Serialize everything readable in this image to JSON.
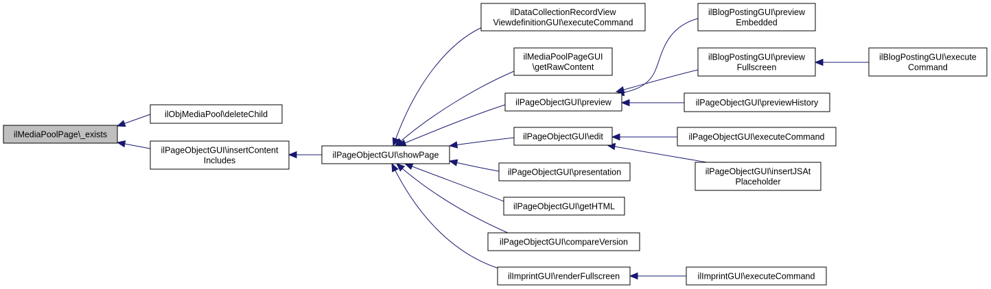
{
  "diagram": {
    "colors": {
      "edge": "#191970",
      "root_fill": "#bfbfbf",
      "node_fill": "#ffffff",
      "node_border": "#000000"
    },
    "nodes": [
      {
        "id": "exists",
        "lines": [
          "ilMediaPoolPage\\_exists"
        ],
        "root": true
      },
      {
        "id": "deleteChild",
        "lines": [
          "ilObjMediaPool\\deleteChild"
        ]
      },
      {
        "id": "insertContentIncludes",
        "lines": [
          "ilPageObjectGUI\\insertContent",
          "Includes"
        ]
      },
      {
        "id": "showPage",
        "lines": [
          "ilPageObjectGUI\\showPage"
        ]
      },
      {
        "id": "dcExecute",
        "lines": [
          "ilDataCollectionRecordView",
          "ViewdefinitionGUI\\executeCommand"
        ]
      },
      {
        "id": "getRawContent",
        "lines": [
          "ilMediaPoolPageGUI",
          "\\getRawContent"
        ]
      },
      {
        "id": "preview",
        "lines": [
          "ilPageObjectGUI\\preview"
        ]
      },
      {
        "id": "edit",
        "lines": [
          "ilPageObjectGUI\\edit"
        ]
      },
      {
        "id": "presentation",
        "lines": [
          "ilPageObjectGUI\\presentation"
        ]
      },
      {
        "id": "getHTML",
        "lines": [
          "ilPageObjectGUI\\getHTML"
        ]
      },
      {
        "id": "compareVersion",
        "lines": [
          "ilPageObjectGUI\\compareVersion"
        ]
      },
      {
        "id": "renderFullscreen",
        "lines": [
          "ilImprintGUI\\renderFullscreen"
        ]
      },
      {
        "id": "previewEmbedded",
        "lines": [
          "ilBlogPostingGUI\\preview",
          "Embedded"
        ]
      },
      {
        "id": "previewFullscreen",
        "lines": [
          "ilBlogPostingGUI\\preview",
          "Fullscreen"
        ]
      },
      {
        "id": "blogExecute",
        "lines": [
          "ilBlogPostingGUI\\execute",
          "Command"
        ]
      },
      {
        "id": "previewHistory",
        "lines": [
          "ilPageObjectGUI\\previewHistory"
        ]
      },
      {
        "id": "pageExecute",
        "lines": [
          "ilPageObjectGUI\\executeCommand"
        ]
      },
      {
        "id": "insertJSAt",
        "lines": [
          "ilPageObjectGUI\\insertJSAt",
          "Placeholder"
        ]
      },
      {
        "id": "imprintExecute",
        "lines": [
          "ilImprintGUI\\executeCommand"
        ]
      }
    ],
    "edges": [
      {
        "from": "deleteChild",
        "to": "exists"
      },
      {
        "from": "insertContentIncludes",
        "to": "exists"
      },
      {
        "from": "showPage",
        "to": "insertContentIncludes"
      },
      {
        "from": "dcExecute",
        "to": "showPage"
      },
      {
        "from": "getRawContent",
        "to": "showPage"
      },
      {
        "from": "preview",
        "to": "showPage"
      },
      {
        "from": "edit",
        "to": "showPage"
      },
      {
        "from": "presentation",
        "to": "showPage"
      },
      {
        "from": "getHTML",
        "to": "showPage"
      },
      {
        "from": "compareVersion",
        "to": "showPage"
      },
      {
        "from": "renderFullscreen",
        "to": "showPage"
      },
      {
        "from": "previewEmbedded",
        "to": "preview"
      },
      {
        "from": "previewFullscreen",
        "to": "preview"
      },
      {
        "from": "previewHistory",
        "to": "preview"
      },
      {
        "from": "blogExecute",
        "to": "previewFullscreen"
      },
      {
        "from": "pageExecute",
        "to": "edit"
      },
      {
        "from": "insertJSAt",
        "to": "edit"
      },
      {
        "from": "imprintExecute",
        "to": "renderFullscreen"
      }
    ]
  }
}
